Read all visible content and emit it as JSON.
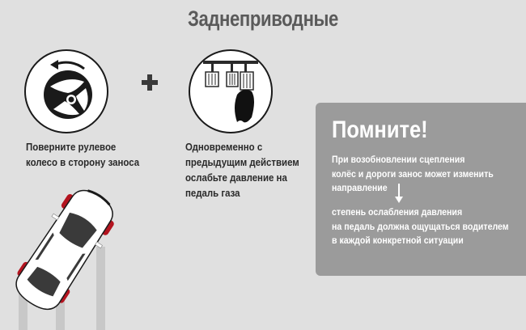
{
  "title": "Заднеприводные",
  "steps": [
    {
      "icon": "steering-wheel-icon",
      "lines": [
        "Поверните рулевое",
        "колесо в сторону заноса"
      ]
    },
    {
      "icon": "pedals-icon",
      "lines": [
        "Одновременно с",
        "предыдущим действием",
        "ослабьте давление на",
        "педаль газа"
      ]
    }
  ],
  "connector": "plus-icon",
  "panel": {
    "title": "Помните!",
    "paragraph1": [
      "При возобновлении сцепления",
      "колёс и дороги занос может изменить",
      "направление"
    ],
    "paragraph2": [
      "степень ослабления давления",
      "на педаль должна ощущаться водителем",
      "в каждой конкретной ситуации"
    ]
  },
  "illustration": "skidding-car-icon",
  "colors": {
    "background": "#e0e0e0",
    "title": "#5a5a5a",
    "panel": "#9b9b9b",
    "tire": "#b3141f",
    "dark": "#1a1a1a"
  }
}
